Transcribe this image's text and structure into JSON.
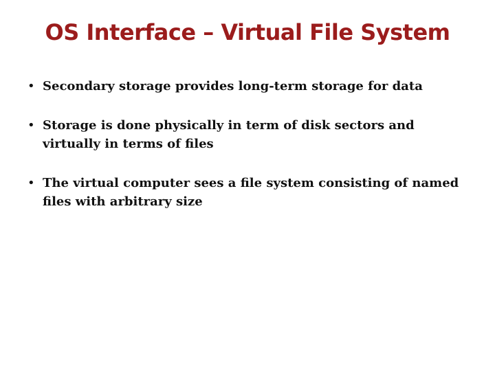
{
  "slide": {
    "title": "OS Interface – Virtual File System",
    "title_color": "#9b1c1c",
    "bullet_symbol": "•",
    "bullets": [
      "Secondary storage provides long-term storage for data",
      "Storage is done physically in term of disk sectors and virtually in terms of files",
      "The virtual computer sees a file system consisting of named files with arbitrary size"
    ]
  }
}
